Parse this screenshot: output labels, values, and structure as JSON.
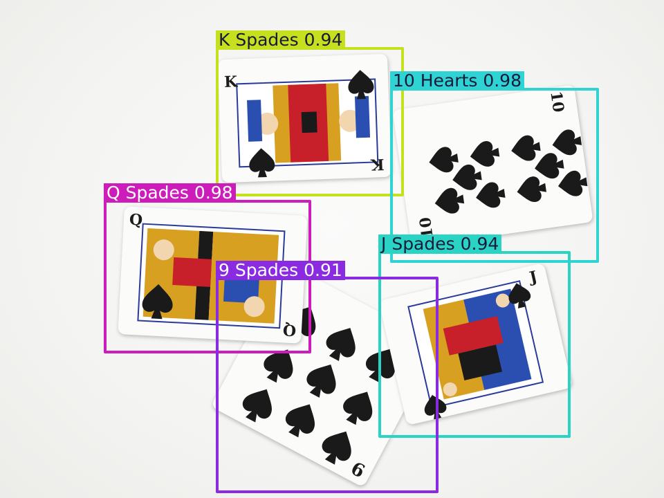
{
  "detections": [
    {
      "cls": "K Spades",
      "conf": "0.94",
      "color": "#c6e020",
      "text_color": "#1a1a3a"
    },
    {
      "cls": "10 Hearts",
      "conf": "0.98",
      "color": "#2fd3d3",
      "text_color": "#1a1a3a"
    },
    {
      "cls": "Q Spades",
      "conf": "0.98",
      "color": "#cc1dbb",
      "text_color": "#ffffff"
    },
    {
      "cls": "J Spades",
      "conf": "0.94",
      "color": "#2ad4c4",
      "text_color": "#1a1a3a"
    },
    {
      "cls": "9 Spades",
      "conf": "0.91",
      "color": "#8a2be2",
      "text_color": "#ffffff"
    }
  ],
  "cards": {
    "k": "K",
    "ten": "10",
    "q": "Q",
    "j": "J",
    "nine": "9"
  }
}
